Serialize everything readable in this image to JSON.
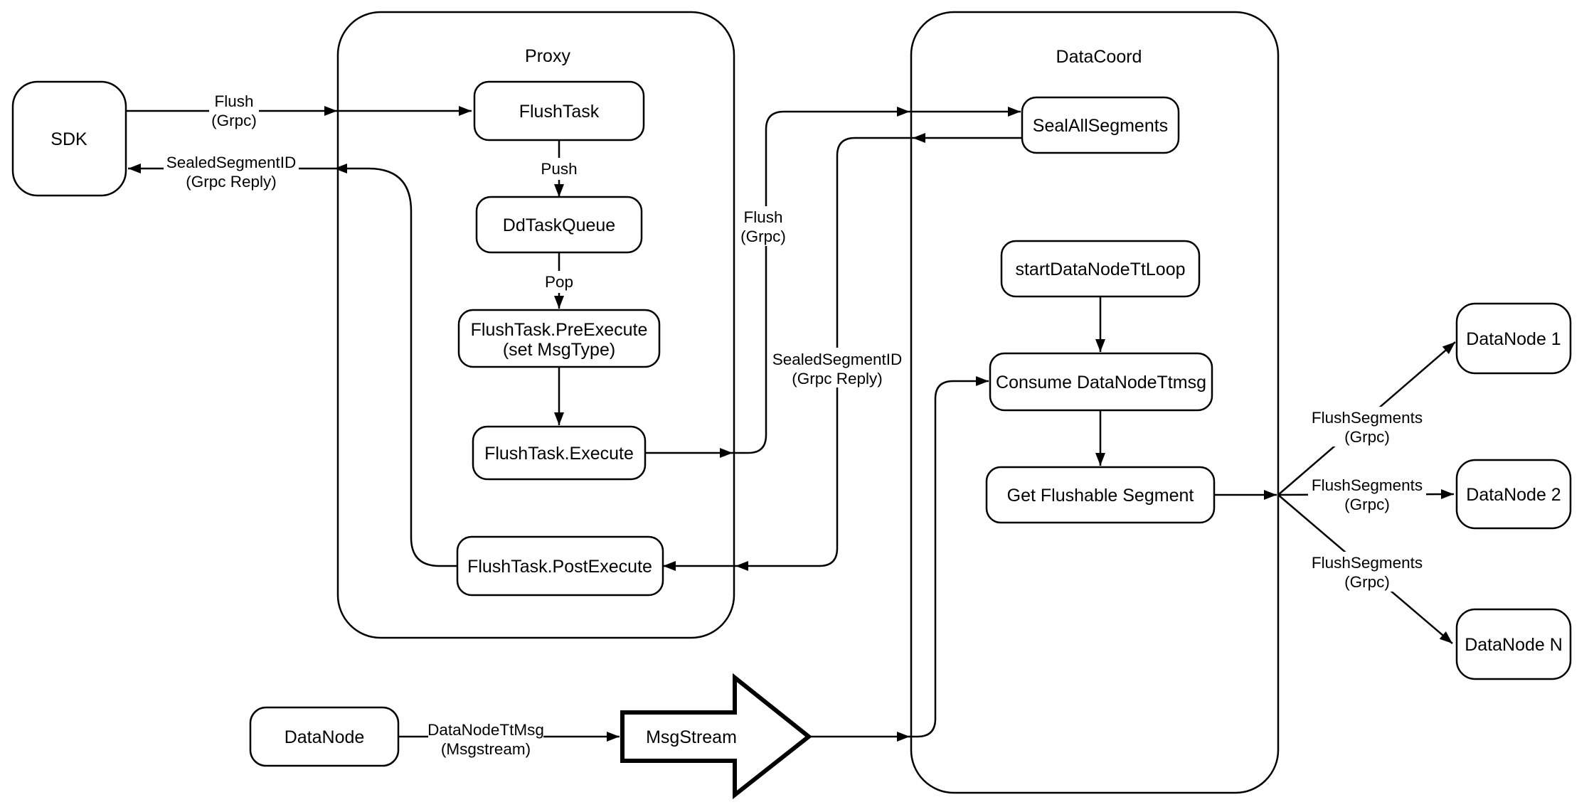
{
  "colors": {
    "line": "#000000",
    "background": "#ffffff",
    "node_fill": "#ffffff"
  },
  "containers": {
    "proxy": {
      "label": "Proxy"
    },
    "datacoord": {
      "label": "DataCoord"
    }
  },
  "nodes": {
    "sdk": {
      "label": "SDK"
    },
    "flush_task": {
      "label": "FlushTask"
    },
    "dd_task_queue": {
      "label": "DdTaskQueue"
    },
    "pre_execute": {
      "line1": "FlushTask.PreExecute",
      "line2": "(set MsgType)"
    },
    "execute": {
      "label": "FlushTask.Execute"
    },
    "post_execute": {
      "label": "FlushTask.PostExecute"
    },
    "seal_all_segments": {
      "label": "SealAllSegments"
    },
    "start_datanode_tt_loop": {
      "label": "startDataNodeTtLoop"
    },
    "consume_datanode_ttmsg": {
      "label": "Consume DataNodeTtmsg"
    },
    "get_flushable_segment": {
      "label": "Get Flushable Segment"
    },
    "datanode_1": {
      "label": "DataNode 1"
    },
    "datanode_2": {
      "label": "DataNode 2"
    },
    "datanode_n": {
      "label": "DataNode N"
    },
    "datanode": {
      "label": "DataNode"
    },
    "msgstream": {
      "label": "MsgStream"
    }
  },
  "edge_labels": {
    "flush_sdk_proxy": {
      "line1": "Flush",
      "line2": "(Grpc)"
    },
    "sealed_proxy_sdk": {
      "line1": "SealedSegmentID",
      "line2": "(Grpc Reply)"
    },
    "push": {
      "label": "Push"
    },
    "pop": {
      "label": "Pop"
    },
    "flush_proxy_datacoord": {
      "line1": "Flush",
      "line2": "(Grpc)"
    },
    "sealed_datacoord_proxy": {
      "line1": "SealedSegmentID",
      "line2": "(Grpc Reply)"
    },
    "flush_segments_1": {
      "line1": "FlushSegments",
      "line2": "(Grpc)"
    },
    "flush_segments_2": {
      "line1": "FlushSegments",
      "line2": "(Grpc)"
    },
    "flush_segments_3": {
      "line1": "FlushSegments",
      "line2": "(Grpc)"
    },
    "datanode_ttmsg": {
      "line1": "DataNodeTtMsg",
      "line2": "(Msgstream)"
    }
  }
}
